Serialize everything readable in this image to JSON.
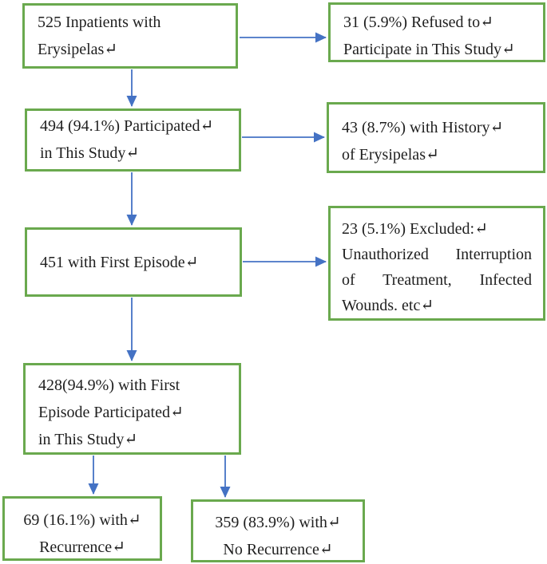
{
  "flowchart": {
    "colors": {
      "box_border": "#6aa94e",
      "arrow": "#4472c4",
      "text": "#1f1f1f",
      "background": "#ffffff"
    },
    "boxes": {
      "inpatients": {
        "lines": [
          "525 Inpatients with",
          "Erysipelas↵"
        ]
      },
      "refused": {
        "lines": [
          "31 (5.9%) Refused to↵",
          "Participate in This Study↵"
        ]
      },
      "participated": {
        "lines": [
          "494 (94.1%) Participated↵",
          "in This Study↵"
        ]
      },
      "history": {
        "lines": [
          "43 (8.7%) with History↵",
          "of Erysipelas↵"
        ]
      },
      "first_episode": {
        "lines": [
          "451 with First Episode↵"
        ]
      },
      "excluded": {
        "lines": [
          "23 (5.1%) Excluded:↵",
          "Unauthorized Interruption",
          "of Treatment, Infected",
          "Wounds. etc↵"
        ]
      },
      "episode_participated": {
        "lines": [
          "428(94.9%) with First",
          "Episode Participated↵",
          "in This Study↵"
        ]
      },
      "recurrence": {
        "lines": [
          "69 (16.1%) with↵",
          "Recurrence↵"
        ]
      },
      "no_recurrence": {
        "lines": [
          "359 (83.9%) with↵",
          "No Recurrence↵"
        ]
      }
    }
  }
}
